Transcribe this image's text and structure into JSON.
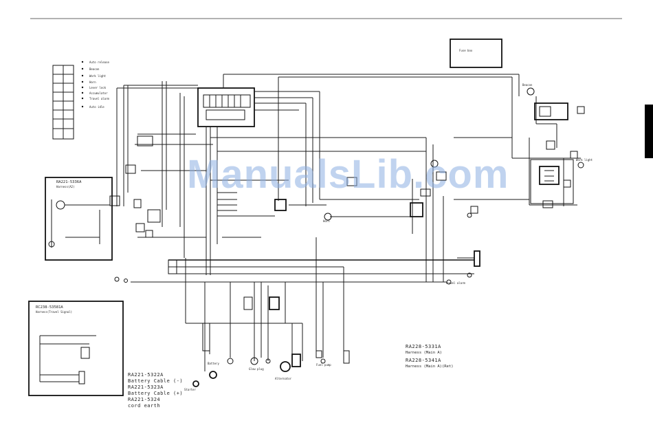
{
  "watermark": "ManualsLib.com",
  "labels": {
    "ra221_5336a": "RA221-5336A",
    "harness_a2": "Harness(A2)",
    "rc238_5358a": "RC238-53581A",
    "harness_travel_signal": "Harness(Travel Signal)",
    "ra221_5322a": "RA221-5322A",
    "battery_cable_neg": "Battery Cable (-)",
    "ra221_5323a": "RA221-5323A",
    "battery_cable_pos": "Battery Cable (+)",
    "ra221_5324": "RA221-5324",
    "cord_earth": "cord earth",
    "ra228_5331a": "RA228-5331A",
    "harness_main_a": "Harness (Main A)",
    "ra228_5341a": "RA228-5341A",
    "harness_main_a_ret": "Harness (Main A)(Ret)",
    "legend_auto_release": "Auto release",
    "legend_beacon": "Beacon",
    "legend_work_light": "Work light",
    "legend_horn": "Horn",
    "legend_lever_lock": "Lever lock",
    "legend_accumulator": "Accumulator",
    "legend_travel_alarm": "Travel alarm",
    "legend_auto_idle": "Auto idle",
    "alternator": "Alternator",
    "battery": "Battery",
    "starter": "Starter",
    "fuse_box": "Fuse box",
    "glow_plug": "Glow plug",
    "fuel_pump": "Fuel pump",
    "horn": "Horn",
    "travel_alarm": "Travel alarm",
    "beacon": "Beacon",
    "work_light": "Work light"
  }
}
